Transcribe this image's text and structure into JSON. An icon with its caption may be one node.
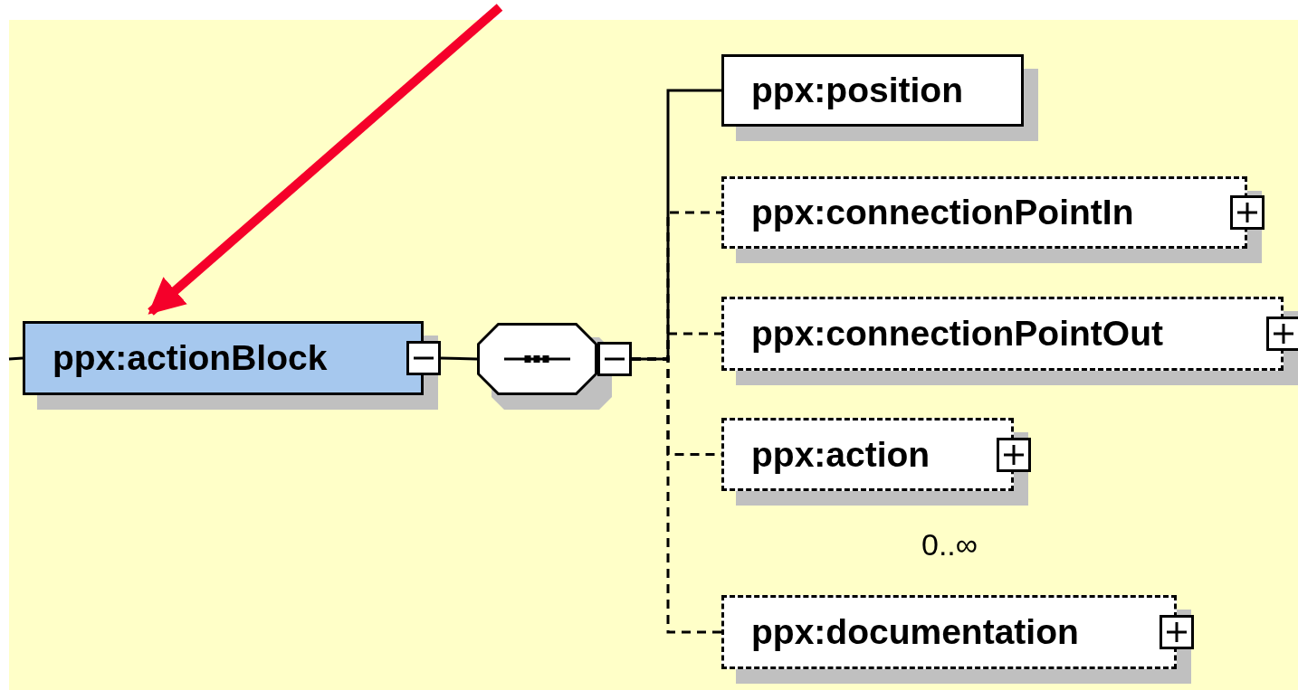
{
  "diagram": {
    "nodes": [
      {
        "text": [
          "ppx:actionBlock"
        ]
      },
      {
        "text": [],
        "shape": "octagon"
      },
      {
        "text": [
          "ppx:position"
        ]
      },
      {
        "text": [
          "ppx:connectionPointIn"
        ]
      },
      {
        "text": [
          "ppx:connectionPointOut"
        ]
      },
      {
        "text": [
          "ppx:action"
        ],
        "beside": [
          "0..∞"
        ]
      },
      {
        "text": [
          "ppx:documentation"
        ]
      }
    ],
    "edges": [
      {
        "from": null,
        "to": 0,
        "arrow": "none"
      },
      {
        "from": null,
        "to": 0,
        "arrow": "to",
        "style": "thick",
        "color": "#f5002a"
      },
      {
        "from": 0,
        "to": 1,
        "arrow": "none"
      },
      {
        "from": 1,
        "to": 2,
        "arrow": "none"
      },
      {
        "from": 1,
        "to": 3,
        "arrow": "none",
        "style": "dashed"
      },
      {
        "from": 1,
        "to": 4,
        "arrow": "none",
        "style": "dashed"
      },
      {
        "from": 1,
        "to": 5,
        "arrow": "none",
        "style": "dashed"
      },
      {
        "from": 1,
        "to": 6,
        "arrow": "none",
        "style": "dashed"
      }
    ]
  }
}
